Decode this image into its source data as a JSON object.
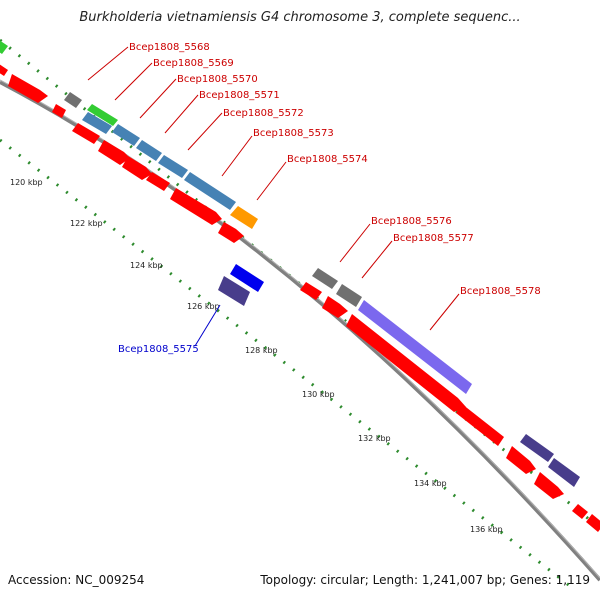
{
  "title": "Burkholderia vietnamiensis G4 chromosome 3, complete sequenc...",
  "footer": {
    "accession": "Accession: NC_009254",
    "topology": "Topology: circular; Length: 1,241,007 bp; Genes: 1,119"
  },
  "colors": {
    "forward_cds": "#ff0000",
    "backbone": "#808080",
    "gc_skew_ticks": "#2e8b2e",
    "label_forward": "#cc0000",
    "label_reverse": "#0000cc"
  },
  "ticks": [
    "120 kbp",
    "122 kbp",
    "124 kbp",
    "126 kbp",
    "128 kbp",
    "130 kbp",
    "132 kbp",
    "134 kbp",
    "136 kbp"
  ],
  "gene_labels": [
    {
      "name": "Bcep1808_5568",
      "color": "#cc0000"
    },
    {
      "name": "Bcep1808_5569",
      "color": "#cc0000"
    },
    {
      "name": "Bcep1808_5570",
      "color": "#cc0000"
    },
    {
      "name": "Bcep1808_5571",
      "color": "#cc0000"
    },
    {
      "name": "Bcep1808_5572",
      "color": "#cc0000"
    },
    {
      "name": "Bcep1808_5573",
      "color": "#cc0000"
    },
    {
      "name": "Bcep1808_5574",
      "color": "#cc0000"
    },
    {
      "name": "Bcep1808_5576",
      "color": "#cc0000"
    },
    {
      "name": "Bcep1808_5577",
      "color": "#cc0000"
    },
    {
      "name": "Bcep1808_5578",
      "color": "#cc0000"
    },
    {
      "name": "Bcep1808_5575",
      "color": "#0000cc"
    }
  ]
}
